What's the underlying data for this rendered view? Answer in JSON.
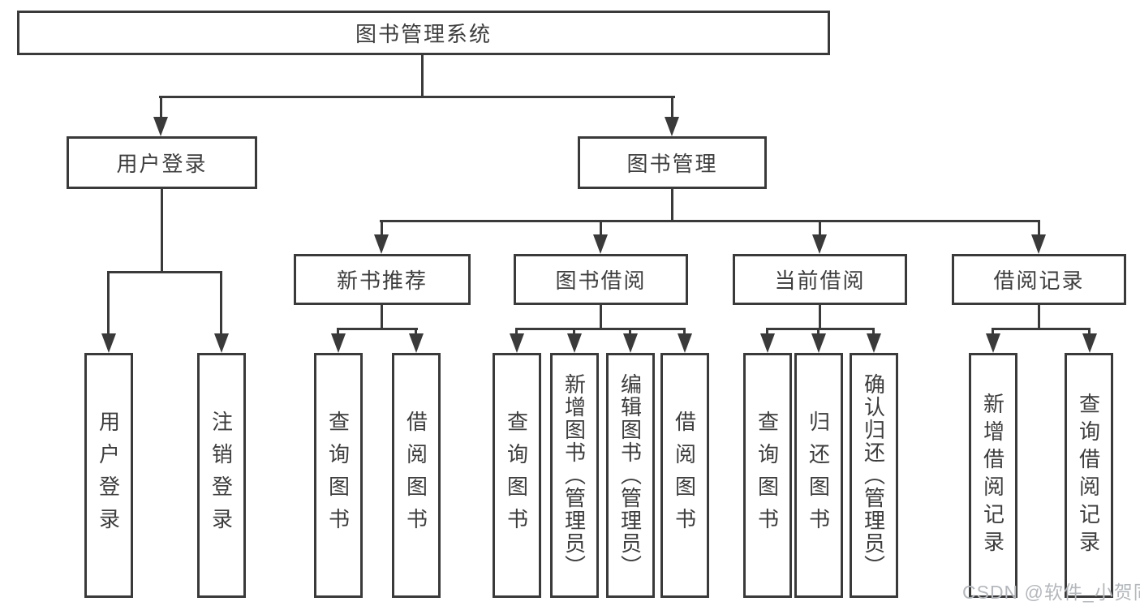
{
  "tree": {
    "root": {
      "label": "图书管理系统"
    },
    "branches": [
      {
        "label": "用户登录",
        "children": [
          {
            "label": "用户登录"
          },
          {
            "label": "注销登录"
          }
        ]
      },
      {
        "label": "图书管理",
        "children": [
          {
            "label": "新书推荐",
            "children": [
              {
                "label": "查询图书"
              },
              {
                "label": "借阅图书"
              }
            ]
          },
          {
            "label": "图书借阅",
            "children": [
              {
                "label": "查询图书"
              },
              {
                "label": "新增图书（管理员）"
              },
              {
                "label": "编辑图书（管理员）"
              },
              {
                "label": "借阅图书"
              }
            ]
          },
          {
            "label": "当前借阅",
            "children": [
              {
                "label": "查询图书"
              },
              {
                "label": "归还图书"
              },
              {
                "label": "确认归还（管理员）"
              }
            ]
          },
          {
            "label": "借阅记录",
            "children": [
              {
                "label": "新增借阅记录"
              },
              {
                "label": "查询借阅记录"
              }
            ]
          }
        ]
      }
    ]
  },
  "watermark": {
    "text": "CSDN @软件_小贺同学"
  },
  "colors": {
    "line": "#3a3a3a",
    "text": "#3d3d3d",
    "watermark": "#b4b8bc",
    "background": "#ffffff"
  }
}
